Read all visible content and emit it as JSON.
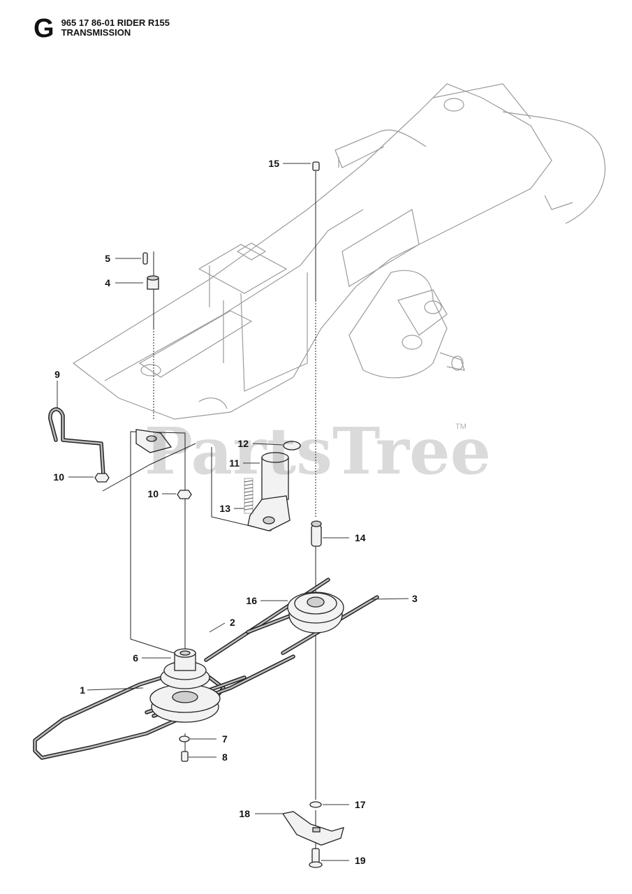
{
  "header": {
    "section_letter": "G",
    "model_line": "965 17 86-01 RIDER R155",
    "section_title": "TRANSMISSION"
  },
  "watermark": {
    "text": "PartsTree",
    "trademark": "TM"
  },
  "callouts": [
    {
      "number": "1"
    },
    {
      "number": "2"
    },
    {
      "number": "3"
    },
    {
      "number": "4"
    },
    {
      "number": "5"
    },
    {
      "number": "6"
    },
    {
      "number": "7"
    },
    {
      "number": "8"
    },
    {
      "number": "9"
    },
    {
      "number": "10"
    },
    {
      "number": "10"
    },
    {
      "number": "11"
    },
    {
      "number": "12"
    },
    {
      "number": "13"
    },
    {
      "number": "14"
    },
    {
      "number": "15"
    },
    {
      "number": "16"
    },
    {
      "number": "17"
    },
    {
      "number": "18"
    },
    {
      "number": "19"
    }
  ]
}
